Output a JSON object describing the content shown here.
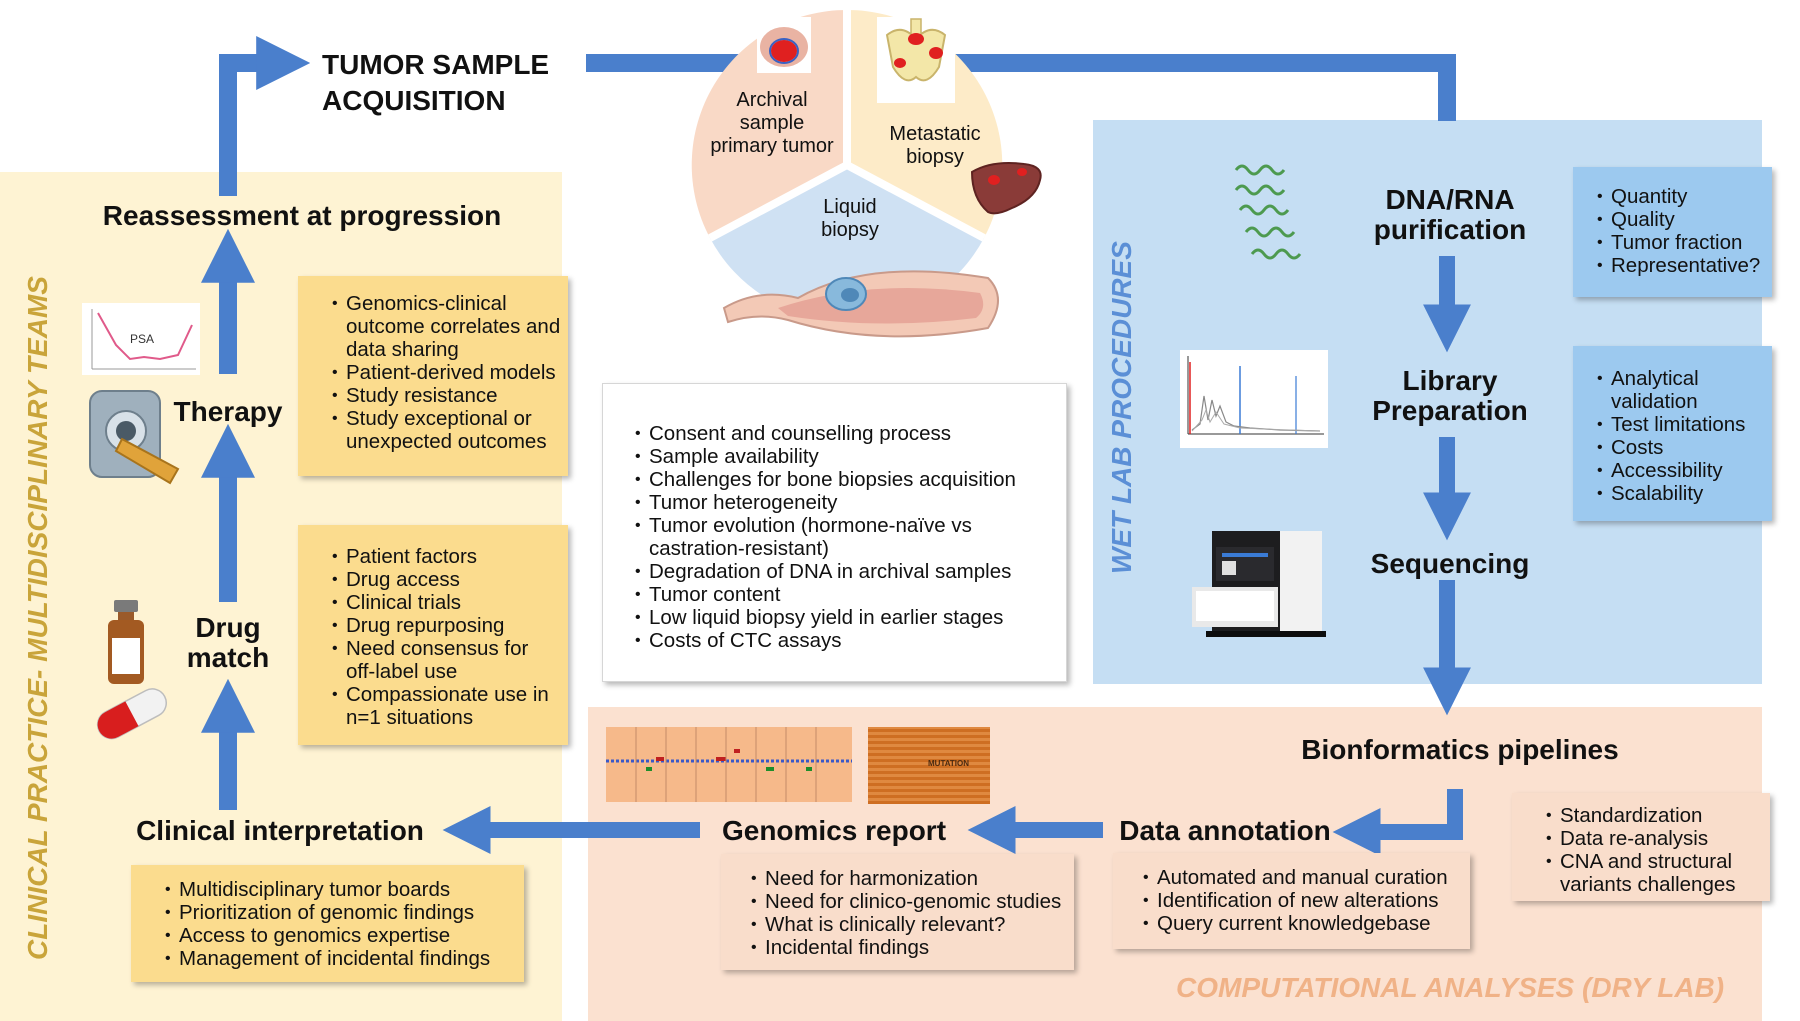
{
  "colors": {
    "clinical_bg": "#fef3d3",
    "wetlab_bg": "#c5def3",
    "drylab_bg": "#fbe1d0",
    "arrow": "#4a7fcc",
    "clinical_title": "#c9a43a",
    "wetlab_title": "#5b8fd6",
    "drylab_title": "#f0b287"
  },
  "sections": {
    "clinical": "CLINICAL PRACTICE- MULTIDISCIPLINARY TEAMS",
    "wetlab": "WET LAB PROCEDURES",
    "drylab": "COMPUTATIONAL ANALYSES (DRY LAB)"
  },
  "acquisition": {
    "title_line1": "TUMOR SAMPLE",
    "title_line2": "ACQUISITION",
    "pie": {
      "archival_l1": "Archival",
      "archival_l2": "sample",
      "archival_l3": "primary tumor",
      "metastatic_l1": "Metastatic",
      "metastatic_l2": "biopsy",
      "liquid_l1": "Liquid",
      "liquid_l2": "biopsy"
    },
    "challenges": [
      "Consent and counselling process",
      "Sample availability",
      "Challenges for bone biopsies acquisition",
      "Tumor heterogeneity",
      "Tumor evolution (hormone-naïve vs castration-resistant)",
      "Degradation of DNA in archival samples",
      "Tumor content",
      "Low liquid biopsy yield in earlier stages",
      "Costs of CTC assays"
    ]
  },
  "wetlab": {
    "step1_l1": "DNA/RNA",
    "step1_l2": "purification",
    "step2_l1": "Library",
    "step2_l2": "Preparation",
    "step3": "Sequencing",
    "purification_notes": [
      "Quantity",
      "Quality",
      "Tumor fraction",
      "Representative?"
    ],
    "library_notes": [
      "Analytical validation",
      "Test limitations",
      "Costs",
      "Accessibility",
      "Scalability"
    ]
  },
  "drylab": {
    "bioinformatics": "Bionformatics pipelines",
    "bioinformatics_notes": [
      "Standardization",
      "Data re-analysis",
      "CNA and structural variants challenges"
    ],
    "annotation": "Data annotation",
    "annotation_notes": [
      "Automated and manual curation",
      "Identification of new alterations",
      "Query current knowledgebase"
    ],
    "report": "Genomics report",
    "report_notes": [
      "Need for harmonization",
      "Need for clinico-genomic studies",
      "What is clinically relevant?",
      "Incidental findings"
    ],
    "mutation_tag": "MUTATION"
  },
  "clinical": {
    "interpretation": "Clinical interpretation",
    "interpretation_notes": [
      "Multidisciplinary tumor boards",
      "Prioritization of genomic findings",
      "Access to genomics expertise",
      "Management of incidental findings"
    ],
    "drug_match_l1": "Drug",
    "drug_match_l2": "match",
    "drug_notes": [
      "Patient factors",
      "Drug access",
      "Clinical trials",
      "Drug repurposing",
      "Need consensus for off-label use",
      "Compassionate use in n=1 situations"
    ],
    "therapy": "Therapy",
    "therapy_notes": [
      "Genomics-clinical outcome correlates and data sharing",
      "Patient-derived models",
      "Study resistance",
      "Study exceptional or unexpected outcomes"
    ],
    "reassessment": "Reassessment at progression",
    "psa_label": "PSA"
  }
}
